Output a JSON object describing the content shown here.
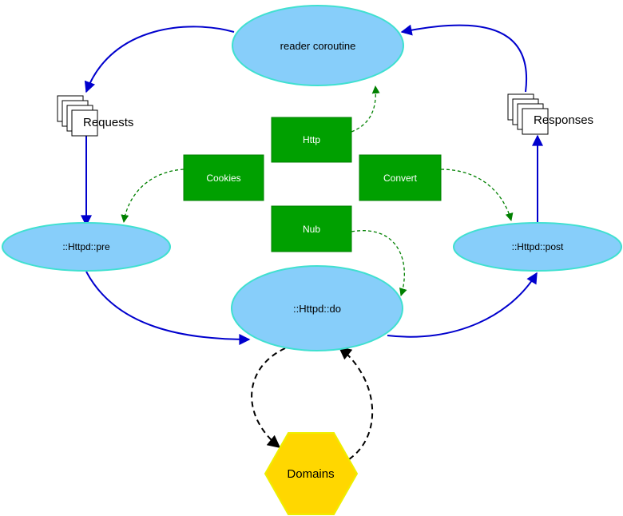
{
  "nodes": {
    "reader": "reader coroutine",
    "pre": "::Httpd::pre",
    "do": "::Httpd::do",
    "post": "::Httpd::post",
    "requests": "Requests",
    "responses": "Responses",
    "domains": "Domains",
    "http": "Http",
    "cookies": "Cookies",
    "convert": "Convert",
    "nub": "Nub"
  },
  "colors": {
    "ellipse_fill": "#87cefa",
    "ellipse_stroke": "#40e0d0",
    "box_fill": "#00a000",
    "solid_edge": "#0000cd",
    "dashed_green_edge": "#008000",
    "hexagon_fill": "#ffd700",
    "hexagon_stroke": "#eeee00"
  }
}
